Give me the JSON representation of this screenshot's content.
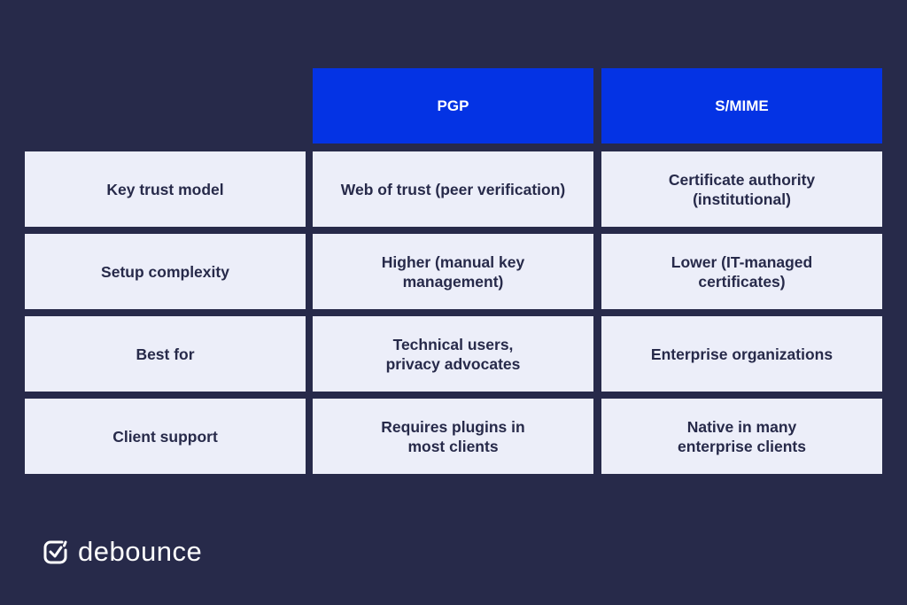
{
  "headers": [
    "PGP",
    "S/MIME"
  ],
  "rows": [
    {
      "label": "Key trust model",
      "pgp": "Web of trust (peer verification)",
      "smime": "Certificate authority (institutional)"
    },
    {
      "label": "Setup complexity",
      "pgp": "Higher (manual key management)",
      "smime": "Lower (IT-managed certificates)"
    },
    {
      "label": "Best for",
      "pgp": "Technical users, privacy advocates",
      "smime": "Enterprise organizations"
    },
    {
      "label": "Client support",
      "pgp": "Requires plugins in most clients",
      "smime": "Native in many enterprise clients"
    }
  ],
  "logo": {
    "text": "debounce"
  },
  "colors": {
    "background": "#272a4a",
    "header": "#0433e4",
    "cell": "#eceef9"
  }
}
